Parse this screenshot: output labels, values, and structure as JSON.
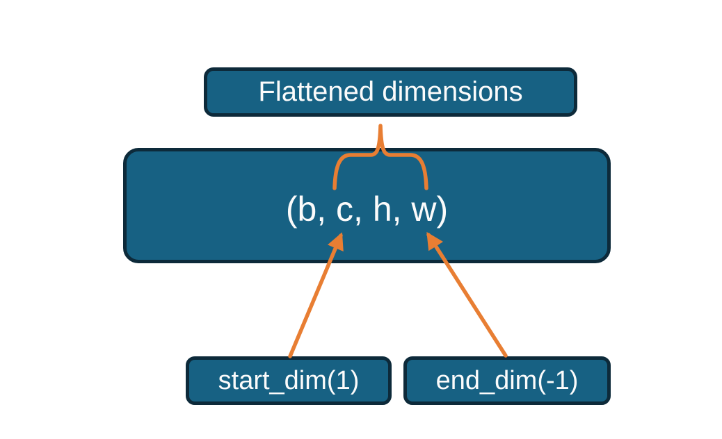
{
  "colors": {
    "box_fill": "#176183",
    "box_border": "#0d2a3a",
    "accent_orange": "#e87e33",
    "text": "#fbfbfb",
    "background": "#ffffff"
  },
  "diagram": {
    "top_label": "Flattened dimensions",
    "tensor_shape": "(b, c, h, w)",
    "start_dim_label": "start_dim(1)",
    "end_dim_label": "end_dim(-1)"
  }
}
